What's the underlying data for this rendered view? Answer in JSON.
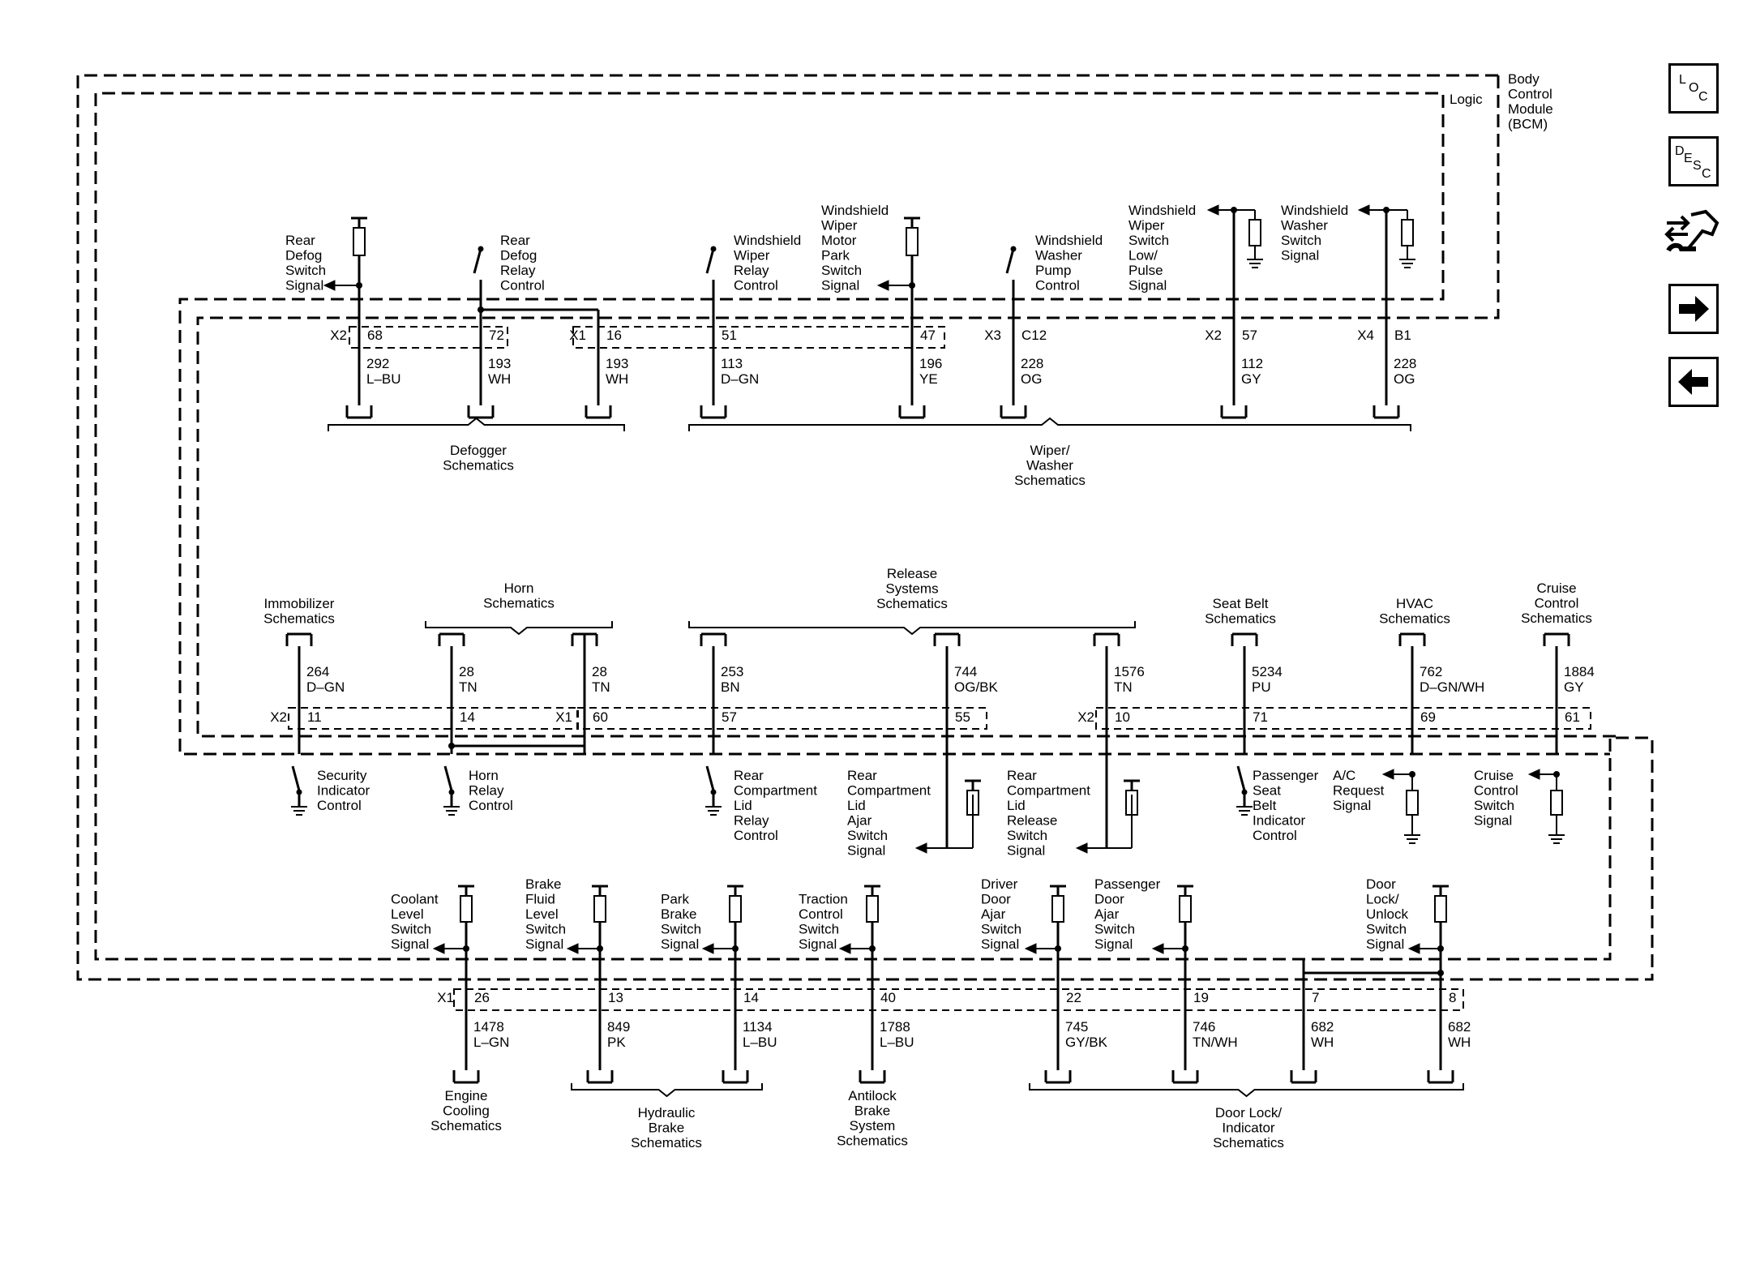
{
  "module": {
    "title": "Body Control Module (BCM)",
    "title_lines": [
      "Body",
      "Control",
      "Module",
      "(BCM)"
    ],
    "logic": "Logic"
  },
  "nav": {
    "loc": [
      "L",
      "O",
      "C"
    ],
    "desc": [
      "D",
      "E",
      "S",
      "C"
    ],
    "icons": [
      "connector-wrench-icon",
      "arrow-right-icon",
      "arrow-left-icon"
    ]
  },
  "row1": {
    "circuits": [
      {
        "conn": "X2",
        "pin": "68",
        "num": "292",
        "color": "L–BU",
        "label": [
          "Rear",
          "Defog",
          "Switch",
          "Signal"
        ]
      },
      {
        "conn": "",
        "pin": "72",
        "num": "193",
        "color": "WH",
        "label": [
          "Rear",
          "Defog",
          "Relay",
          "Control"
        ]
      },
      {
        "conn": "X1",
        "pin": "16",
        "num": "193",
        "color": "WH",
        "label": []
      },
      {
        "conn": "",
        "pin": "51",
        "num": "113",
        "color": "D–GN",
        "label": [
          "Windshield",
          "Wiper",
          "Relay",
          "Control"
        ]
      },
      {
        "conn": "",
        "pin": "47",
        "num": "196",
        "color": "YE",
        "label": [
          "Windshield",
          "Wiper",
          "Motor",
          "Park",
          "Switch",
          "Signal"
        ]
      },
      {
        "conn": "X3",
        "pin": "C12",
        "num": "228",
        "color": "OG",
        "label": [
          "Windshield",
          "Washer",
          "Pump",
          "Control"
        ]
      },
      {
        "conn": "X2",
        "pin": "57",
        "num": "112",
        "color": "GY",
        "label": [
          "Windshield",
          "Wiper",
          "Switch",
          "Low/",
          "Pulse",
          "Signal"
        ]
      },
      {
        "conn": "X4",
        "pin": "B1",
        "num": "228",
        "color": "OG",
        "label": [
          "Windshield",
          "Washer",
          "Switch",
          "Signal"
        ]
      }
    ],
    "groups": [
      [
        "Defogger",
        "Schematics"
      ],
      [
        "Wiper/",
        "Washer",
        "Schematics"
      ]
    ]
  },
  "row2": {
    "circuits": [
      {
        "conn": "X2",
        "pin": "11",
        "num": "264",
        "color": "D–GN",
        "label": [
          "Security",
          "Indicator",
          "Control"
        ]
      },
      {
        "conn": "",
        "pin": "14",
        "num": "28",
        "color": "TN",
        "label": [
          "Horn",
          "Relay",
          "Control"
        ]
      },
      {
        "conn": "X1",
        "pin": "60",
        "num": "28",
        "color": "TN",
        "label": []
      },
      {
        "conn": "",
        "pin": "57",
        "num": "253",
        "color": "BN",
        "label": [
          "Rear",
          "Compartment",
          "Lid",
          "Relay",
          "Control"
        ]
      },
      {
        "conn": "",
        "pin": "55",
        "num": "744",
        "color": "OG/BK",
        "label": [
          "Rear",
          "Compartment",
          "Lid",
          "Ajar",
          "Switch",
          "Signal"
        ]
      },
      {
        "conn": "X2",
        "pin": "10",
        "num": "1576",
        "color": "TN",
        "label": [
          "Rear",
          "Compartment",
          "Lid",
          "Release",
          "Switch",
          "Signal"
        ]
      },
      {
        "conn": "",
        "pin": "71",
        "num": "5234",
        "color": "PU",
        "label": [
          "Passenger",
          "Seat",
          "Belt",
          "Indicator",
          "Control"
        ]
      },
      {
        "conn": "",
        "pin": "69",
        "num": "762",
        "color": "D–GN/WH",
        "label": [
          "A/C",
          "Request",
          "Signal"
        ]
      },
      {
        "conn": "",
        "pin": "61",
        "num": "1884",
        "color": "GY",
        "label": [
          "Cruise",
          "Control",
          "Switch",
          "Signal"
        ]
      }
    ],
    "groups": [
      [
        "Immobilizer",
        "Schematics"
      ],
      [
        "Horn",
        "Schematics"
      ],
      [
        "Release",
        "Systems",
        "Schematics"
      ],
      [
        "Seat Belt",
        "Schematics"
      ],
      [
        "HVAC",
        "Schematics"
      ],
      [
        "Cruise",
        "Control",
        "Schematics"
      ]
    ]
  },
  "row3": {
    "circuits": [
      {
        "conn": "X1",
        "pin": "26",
        "num": "1478",
        "color": "L–GN",
        "label": [
          "Coolant",
          "Level",
          "Switch",
          "Signal"
        ]
      },
      {
        "conn": "",
        "pin": "13",
        "num": "849",
        "color": "PK",
        "label": [
          "Brake",
          "Fluid",
          "Level",
          "Switch",
          "Signal"
        ]
      },
      {
        "conn": "",
        "pin": "14",
        "num": "1134",
        "color": "L–BU",
        "label": [
          "Park",
          "Brake",
          "Switch",
          "Signal"
        ]
      },
      {
        "conn": "",
        "pin": "40",
        "num": "1788",
        "color": "L–BU",
        "label": [
          "Traction",
          "Control",
          "Switch",
          "Signal"
        ]
      },
      {
        "conn": "",
        "pin": "22",
        "num": "745",
        "color": "GY/BK",
        "label": [
          "Driver",
          "Door",
          "Ajar",
          "Switch",
          "Signal"
        ]
      },
      {
        "conn": "",
        "pin": "19",
        "num": "746",
        "color": "TN/WH",
        "label": [
          "Passenger",
          "Door",
          "Ajar",
          "Switch",
          "Signal"
        ]
      },
      {
        "conn": "",
        "pin": "7",
        "num": "682",
        "color": "WH",
        "label": []
      },
      {
        "conn": "",
        "pin": "8",
        "num": "682",
        "color": "WH",
        "label": [
          "Door",
          "Lock/",
          "Unlock",
          "Switch",
          "Signal"
        ]
      }
    ],
    "groups": [
      [
        "Engine",
        "Cooling",
        "Schematics"
      ],
      [
        "Hydraulic",
        "Brake",
        "Schematics"
      ],
      [
        "Antilock",
        "Brake",
        "System",
        "Schematics"
      ],
      [
        "Door Lock/",
        "Indicator",
        "Schematics"
      ]
    ]
  }
}
